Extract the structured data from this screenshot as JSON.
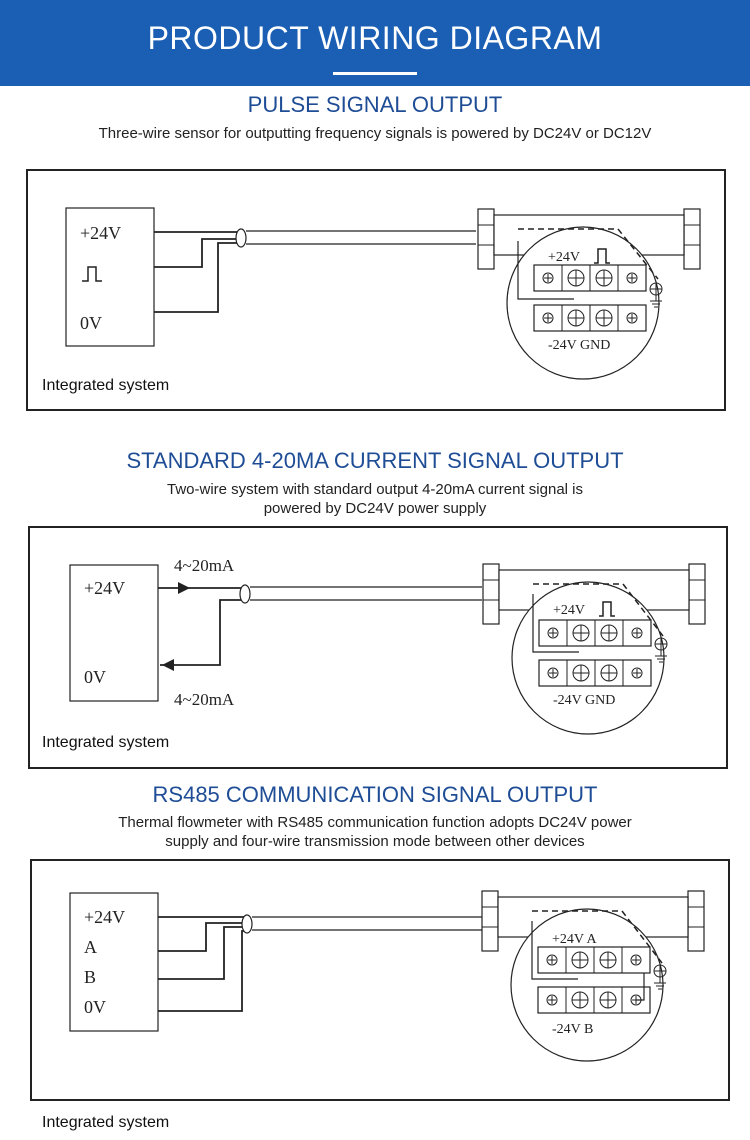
{
  "header": {
    "title": "PRODUCT WIRING DIAGRAM"
  },
  "sections": [
    {
      "title": "PULSE SIGNAL OUTPUT",
      "description": [
        "Three-wire sensor for outputting frequency signals is powered by DC24V or DC12V"
      ],
      "box_labels": [
        "+24V",
        "0V"
      ],
      "terminal_top": "+24V",
      "terminal_bottom": "-24V  GND",
      "system_label": "Integrated system"
    },
    {
      "title": "STANDARD 4-20MA CURRENT SIGNAL OUTPUT",
      "description": [
        "Two-wire system with standard output 4-20mA current signal is",
        "powered by DC24V power supply"
      ],
      "box_labels": [
        "+24V",
        "0V"
      ],
      "wire_labels": [
        "4~20mA",
        "4~20mA"
      ],
      "terminal_top": "+24V",
      "terminal_bottom": "-24V  GND",
      "system_label": "Integrated system"
    },
    {
      "title": "RS485 COMMUNICATION SIGNAL OUTPUT",
      "description": [
        "Thermal flowmeter with RS485 communication function adopts DC24V power",
        "supply and four-wire transmission mode between other devices"
      ],
      "box_labels": [
        "+24V",
        "A",
        "B",
        "0V"
      ],
      "terminal_top": "+24V   A",
      "terminal_bottom": "-24V    B",
      "system_label": "Integrated system"
    }
  ]
}
